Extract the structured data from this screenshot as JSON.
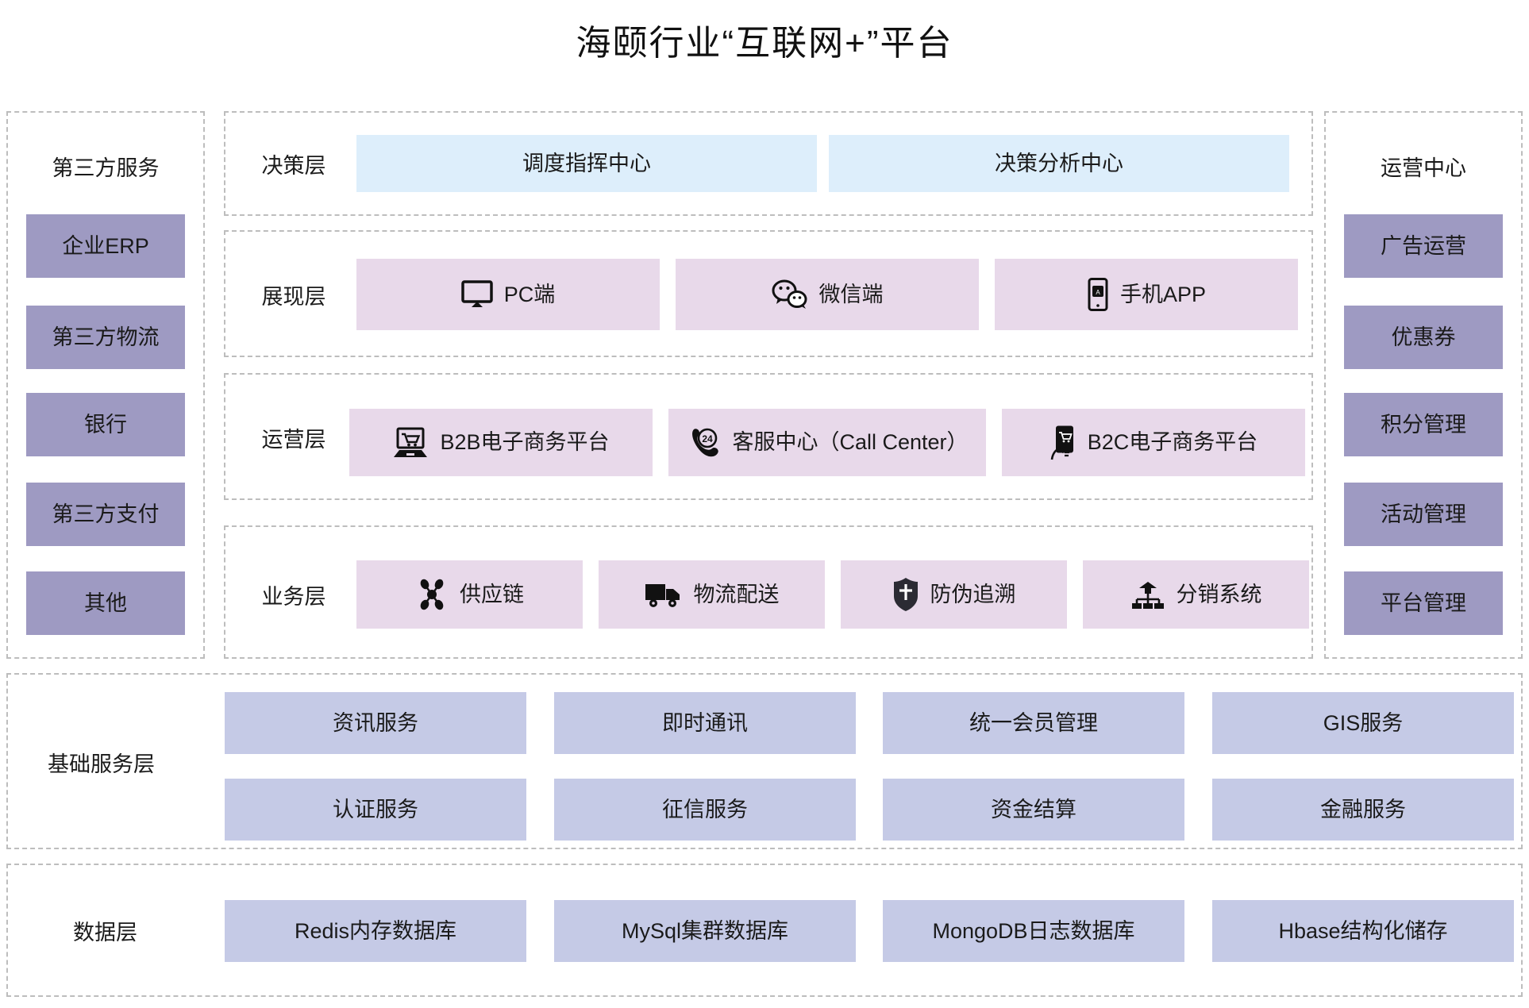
{
  "title": "海颐行业“互联网+”平台",
  "left_panel": {
    "heading": "第三方服务",
    "items": [
      {
        "label": "企业ERP"
      },
      {
        "label": "第三方物流"
      },
      {
        "label": "银行"
      },
      {
        "label": "第三方支付"
      },
      {
        "label": "其他"
      }
    ]
  },
  "right_panel": {
    "heading": "运营中心",
    "items": [
      {
        "label": "广告运营"
      },
      {
        "label": "优惠券"
      },
      {
        "label": "积分管理"
      },
      {
        "label": "活动管理"
      },
      {
        "label": "平台管理"
      }
    ]
  },
  "layers": [
    {
      "name": "decision",
      "label": "决策层",
      "style": "blue",
      "items": [
        {
          "label": "调度指挥中心",
          "icon": "none"
        },
        {
          "label": "决策分析中心",
          "icon": "none"
        }
      ]
    },
    {
      "name": "presentation",
      "label": "展现层",
      "style": "pink",
      "items": [
        {
          "label": "PC端",
          "icon": "monitor-icon"
        },
        {
          "label": "微信端",
          "icon": "wechat-icon"
        },
        {
          "label": "手机APP",
          "icon": "mobile-app-icon"
        }
      ]
    },
    {
      "name": "operation",
      "label": "运营层",
      "style": "pink",
      "items": [
        {
          "label": "B2B电子商务平台",
          "icon": "laptop-cart-icon"
        },
        {
          "label": "客服中心（Call Center）",
          "icon": "phone-24-icon"
        },
        {
          "label": "B2C电子商务平台",
          "icon": "hand-phone-cart-icon"
        }
      ]
    },
    {
      "name": "business",
      "label": "业务层",
      "style": "pink",
      "items": [
        {
          "label": "供应链",
          "icon": "supply-chain-icon"
        },
        {
          "label": "物流配送",
          "icon": "truck-icon"
        },
        {
          "label": "防伪追溯",
          "icon": "shield-icon"
        },
        {
          "label": "分销系统",
          "icon": "distribution-icon"
        }
      ]
    }
  ],
  "base_service": {
    "label": "基础服务层",
    "rows": [
      [
        "资讯服务",
        "即时通讯",
        "统一会员管理",
        "GIS服务"
      ],
      [
        "认证服务",
        "征信服务",
        "资金结算",
        "金融服务"
      ]
    ]
  },
  "data_layer": {
    "label": "数据层",
    "items": [
      "Redis内存数据库",
      "MySql集群数据库",
      "MongoDB日志数据库",
      "Hbase结构化储存"
    ]
  },
  "colors": {
    "blue_cell": "#ddeefb",
    "pink_cell": "#e8d9ea",
    "purple_cell": "#9e9ac2",
    "blue_cell2": "#c5cae6",
    "dashed_border": "#bdbdbd",
    "text": "#1a1a1a"
  }
}
